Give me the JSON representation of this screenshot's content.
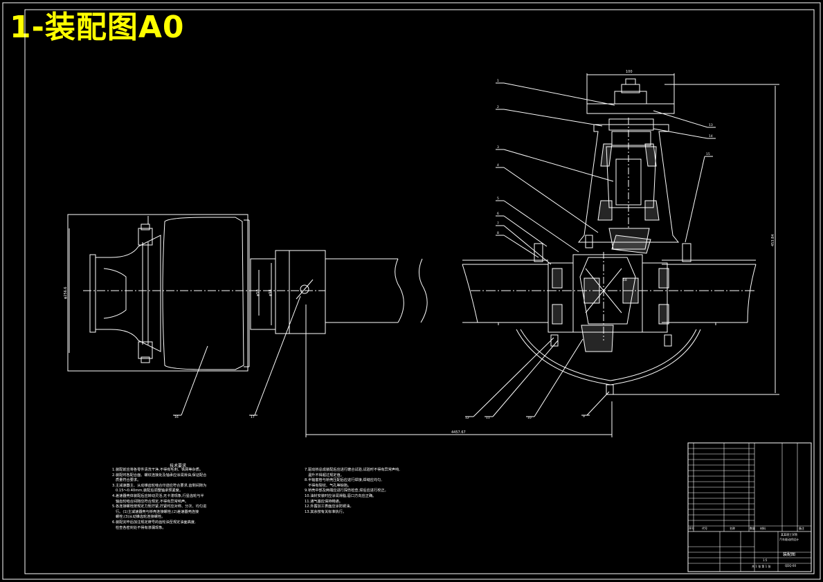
{
  "sheet": {
    "title": "1-装配图A0"
  },
  "dimensions": {
    "top_width": "100",
    "left_dia": "φ256.6",
    "hub_dia_1": "φ50",
    "hub_dia_2": "φ98",
    "span": "4457.67",
    "height": "453.84"
  },
  "leader_labels": [
    "1",
    "2",
    "3",
    "4",
    "5",
    "6",
    "7",
    "8",
    "9",
    "10",
    "11",
    "12",
    "13",
    "14",
    "15",
    "16",
    "17",
    "18"
  ],
  "tech_notes": {
    "heading": "技术要求",
    "left": "1.装配前应将各零件清洗干净,不得有毛刺、铁屑等杂质。\n2.装配时各配合面、螺纹连接处及轴承应涂润滑油,保证配合\n   质量符合要求。\n3.主减速器主、从动锥齿轮啮合印迹应符合要求,齿侧间隙为\n   0.15～0.40mm,装配后调整轴承预紧度。\n4.差速器壳体装配后应转动灵活,无卡滞现象,行星齿轮与半\n   轴齿轮啮合间隙应符合规定,不得有异常响声。\n5.各连接螺栓按规定力矩拧紧,拧紧时应对称、分次、均匀进\n   行。(1)主减速器壳与桥壳连接螺栓;(2)差速器壳连接\n   螺栓;(3)从动锥齿轮连接螺栓。\n6.装配完毕后加注规定牌号的齿轮油至规定油面高度,\n   检查各密封处不得有渗漏现象。",
    "right": "7.驱动桥总成装配后应进行磨合试验,试验时不得有异常声响,\n   温升不得超过规定值。\n8.半轴套管与桥壳压配后应进行焊接,焊缝应均匀,\n   不得有裂纹、气孔等缺陷。\n9.桥壳中部及两端应进行探伤检查,焊后应进行校正。\n10.油封安装时应涂润滑脂,唇口方向应正确。\n11.通气塞应保持畅通。\n12.外露加工表面应涂防锈油。\n13.其余按有关标准执行。"
  },
  "title_block": {
    "drawing_name": "装配图",
    "school_line_1": "某某理工学院",
    "school_line_2": "汽车驱动桥设计",
    "code": "QDQ-00",
    "scale": "1:5",
    "sheet_info": "共 1 张 第 1 张",
    "bom_header": [
      "序号",
      "代号",
      "名称",
      "数量",
      "材料",
      "备注"
    ]
  }
}
